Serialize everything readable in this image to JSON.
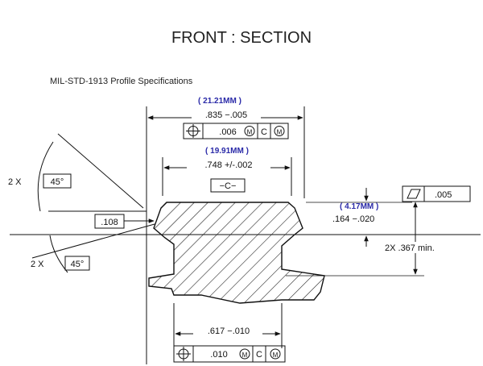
{
  "title": "FRONT : SECTION",
  "subtitle": "MIL-STD-1913 Profile Specifications",
  "metric": {
    "overall_width": "( 21.21MM )",
    "top_width": "( 19.91MM )",
    "height": "( 4.17MM )"
  },
  "dimensions": {
    "overall_width": ".835 −.005",
    "top_width": ".748 +/-.002",
    "height_line1": ".164 −.020",
    "depth": "2X .367 min.",
    "base_width": ".617 −.010",
    "flat": ".108",
    "angle_top_count": "2 X",
    "angle_top": "45°",
    "angle_bottom_count": "2 X",
    "angle_bottom": "45°"
  },
  "datum": "−C−",
  "frames": {
    "top": {
      "tolerance": ".006",
      "mod": "M",
      "ref": "C",
      "ref_mod": "M"
    },
    "bottom": {
      "tolerance": ".010",
      "mod": "M",
      "ref": "C",
      "ref_mod": "M"
    },
    "flatness": {
      "tolerance": ".005"
    }
  },
  "icons": [
    "position-icon",
    "max-material-icon",
    "flatness-icon"
  ]
}
